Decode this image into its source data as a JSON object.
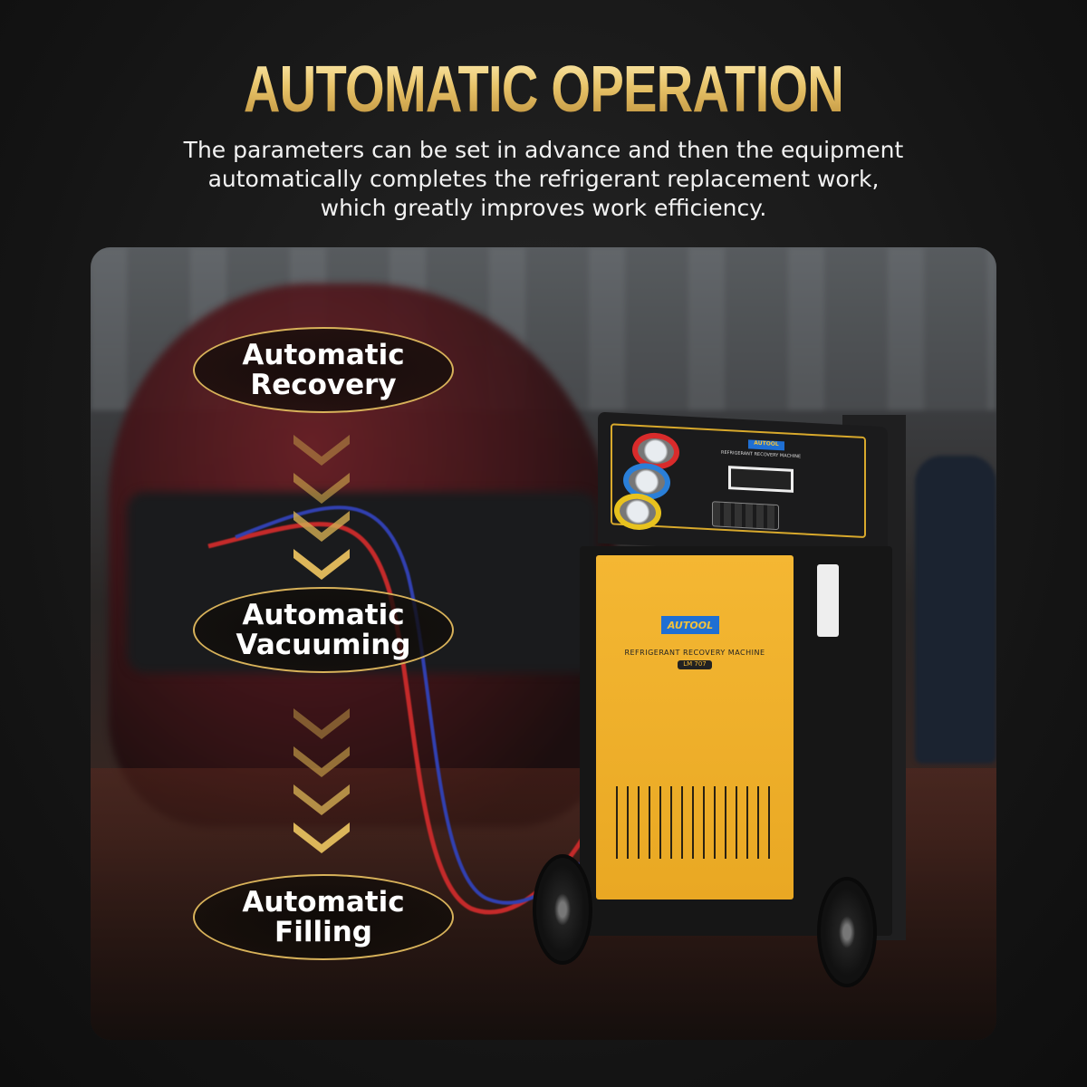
{
  "header": {
    "title": "AUTOMATIC OPERATION",
    "subtitle_lines": [
      "The parameters can be set in advance and then the equipment",
      "automatically completes the refrigerant replacement work,",
      "which greatly improves work efficiency."
    ]
  },
  "steps": [
    {
      "line1": "Automatic",
      "line2": "Recovery"
    },
    {
      "line1": "Automatic",
      "line2": "Vacuuming"
    },
    {
      "line1": "Automatic",
      "line2": "Filling"
    }
  ],
  "product": {
    "brand": "AUTOOL",
    "label": "REFRIGERANT RECOVERY MACHINE",
    "model": "LM 707",
    "console_label": "REFRIGERANT RECOVERY MACHINE",
    "gauge_colors": [
      "#d92b2b",
      "#2a7fd8",
      "#e8c21e"
    ]
  },
  "colors": {
    "accent_gold": "#d8b25a",
    "machine_yellow": "#f2b22e",
    "background": "#141414"
  },
  "icons": [
    "chevron-down-icon"
  ]
}
